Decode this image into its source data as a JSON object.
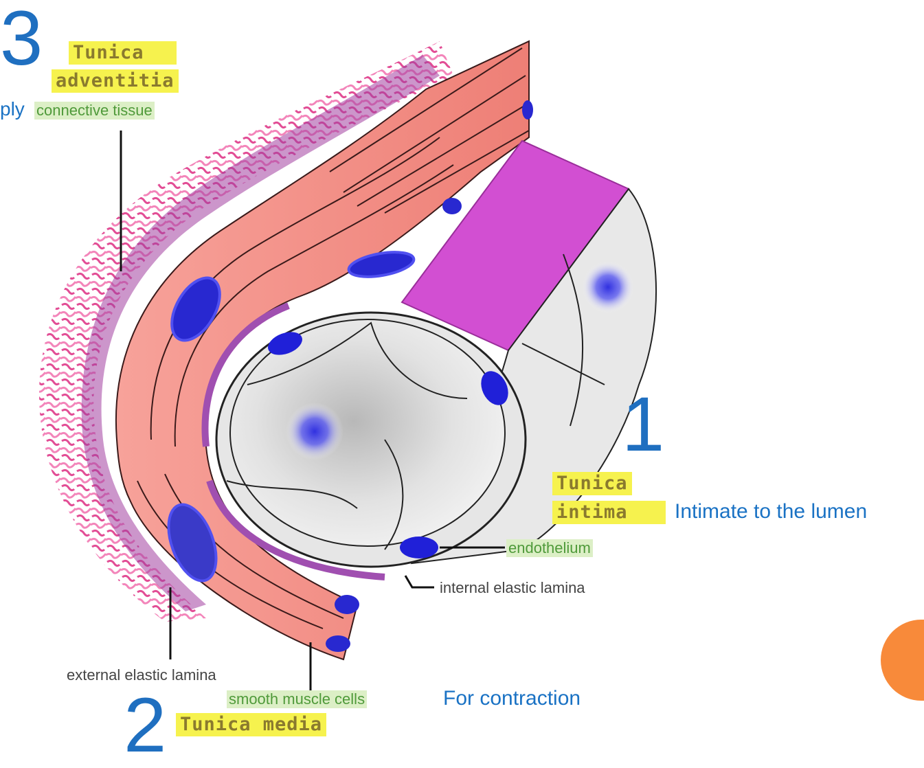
{
  "labels": {
    "num3": "3",
    "num2": "2",
    "num1": "1",
    "tunica_adventitia_line1": "Tunica",
    "tunica_adventitia_line2": "adventitia",
    "connective_tissue": "connective tissue",
    "left_partial_word": "ply",
    "tunica_intima_line1": "Tunica",
    "tunica_intima_line2": "intima",
    "intimate_note": "Intimate to the lumen",
    "endothelium": "endothelium",
    "internal_elastic_lamina": "internal elastic lamina",
    "external_elastic_lamina": "external elastic lamina",
    "smooth_muscle_cells": "smooth muscle cells",
    "contraction_note": "For contraction",
    "tunica_media": "Tunica media"
  },
  "colors": {
    "number_blue": "#1f6fc0",
    "highlight_yellow": "#f6f24e",
    "highlight_green": "#dcefc6",
    "adventitia_pink": "#e8559a",
    "media_salmon": "#f3908a",
    "elastic_purple": "#a04fb0",
    "intima_grey": "#d8d8d8",
    "nucleus_blue": "#2a2ad8",
    "accent_orange": "#f88a3a"
  }
}
